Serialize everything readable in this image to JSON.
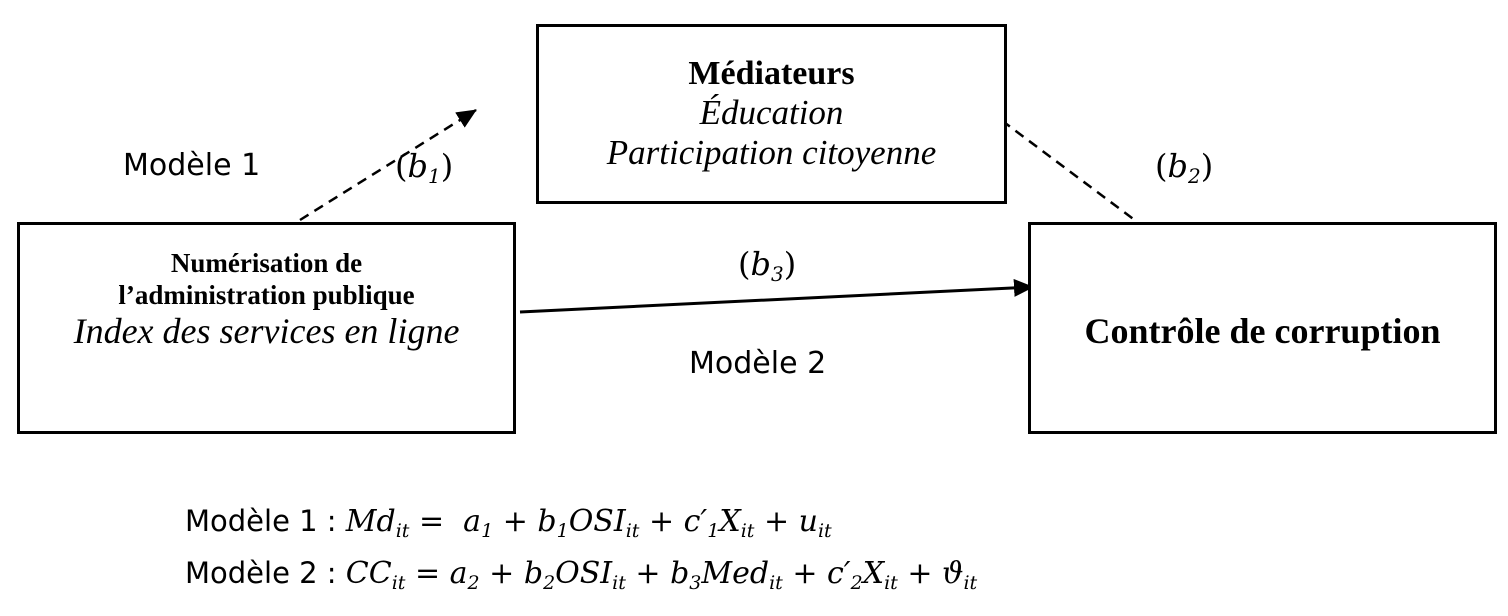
{
  "nodes": {
    "mediators": {
      "title": "Médiateurs",
      "line1": "Éducation",
      "line2": "Participation citoyenne"
    },
    "digitalization": {
      "title_line1": "Numérisation de",
      "title_line2": "l’administration publique",
      "subtitle": "Index des services en ligne"
    },
    "corruption": {
      "title": "Contrôle de corruption"
    }
  },
  "edges": {
    "b1": {
      "coef": "b",
      "sub": "1",
      "style": "dashed",
      "arrow": true
    },
    "b2": {
      "coef": "b",
      "sub": "2",
      "style": "dashed",
      "arrow": false
    },
    "b3": {
      "coef": "b",
      "sub": "3",
      "style": "solid",
      "arrow": true
    }
  },
  "labels": {
    "model1": "Modèle 1",
    "model2": "Modèle 2"
  },
  "equations": [
    {
      "prefix": "Modèle 1 : ",
      "parts": [
        {
          "t": "Md"
        },
        {
          "s": "it"
        },
        {
          "t": " =  a"
        },
        {
          "s": "1"
        },
        {
          "t": " + b"
        },
        {
          "s": "1"
        },
        {
          "t": "OSI"
        },
        {
          "s": "it"
        },
        {
          "t": " + c′"
        },
        {
          "s": "1"
        },
        {
          "t": "X"
        },
        {
          "s": "it"
        },
        {
          "t": " + u"
        },
        {
          "s": "it"
        }
      ]
    },
    {
      "prefix": "Modèle 2 : ",
      "parts": [
        {
          "t": "CC"
        },
        {
          "s": "it"
        },
        {
          "t": " = a"
        },
        {
          "s": "2"
        },
        {
          "t": " + b"
        },
        {
          "s": "2"
        },
        {
          "t": "OSI"
        },
        {
          "s": "it"
        },
        {
          "t": " + b"
        },
        {
          "s": "3"
        },
        {
          "t": "Med"
        },
        {
          "s": "it"
        },
        {
          "t": " + c′"
        },
        {
          "s": "2"
        },
        {
          "t": "X"
        },
        {
          "s": "it"
        },
        {
          "t": " + ϑ"
        },
        {
          "s": "it"
        }
      ]
    }
  ]
}
